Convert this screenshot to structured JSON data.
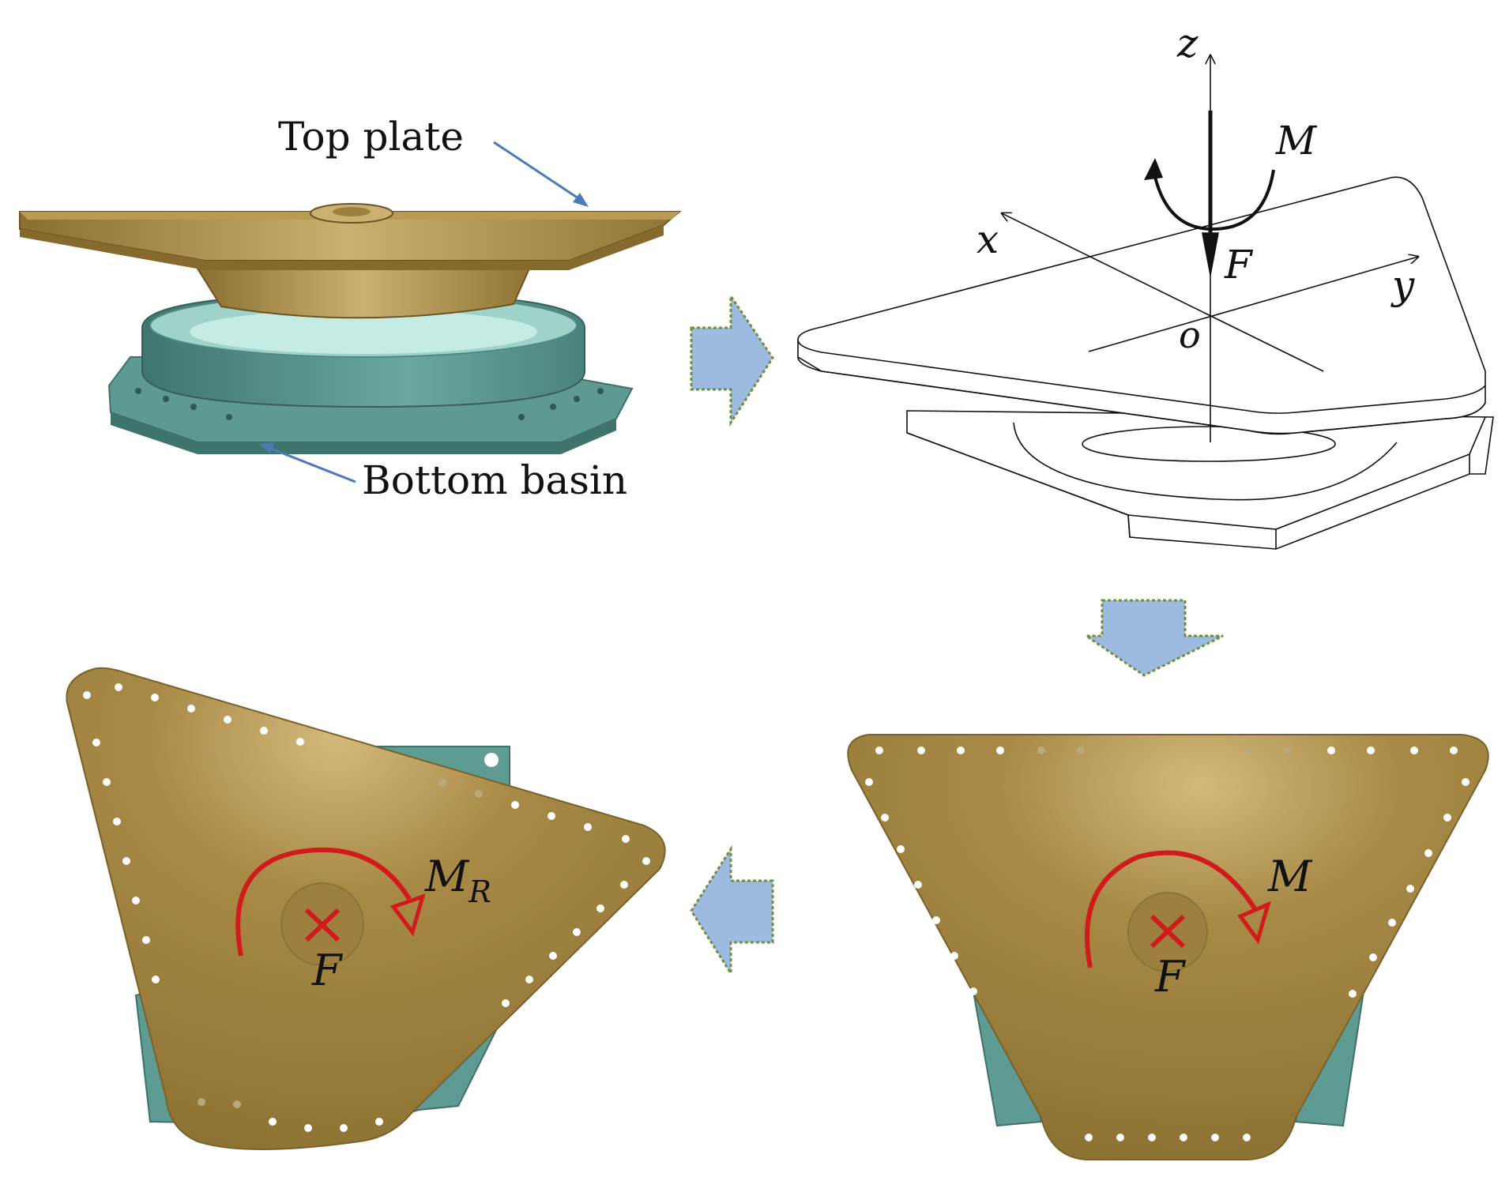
{
  "panels": {
    "model_3d": {
      "top_label": "Top plate",
      "bottom_label": "Bottom basin"
    },
    "schematic": {
      "axis_z": "z",
      "axis_x": "x",
      "axis_y": "y",
      "origin": "o",
      "force": "F",
      "moment": "M"
    },
    "plan_view": {
      "moment": "M",
      "force": "F"
    },
    "rotated_view": {
      "moment": "M",
      "moment_subscript": "R",
      "force": "F"
    }
  },
  "colors": {
    "plate": "#a88a46",
    "plate_highlight": "#cdb27a",
    "basin": "#5e9c93",
    "basin_light": "#9fd3ca",
    "arrow_fill": "#9dbbe0",
    "arrow_border": "#6f8f3a",
    "leader": "#4a7ab8",
    "moment_red": "#d11a1a"
  },
  "icons": [
    "arrow-right-icon",
    "arrow-down-icon",
    "arrow-left-icon"
  ]
}
